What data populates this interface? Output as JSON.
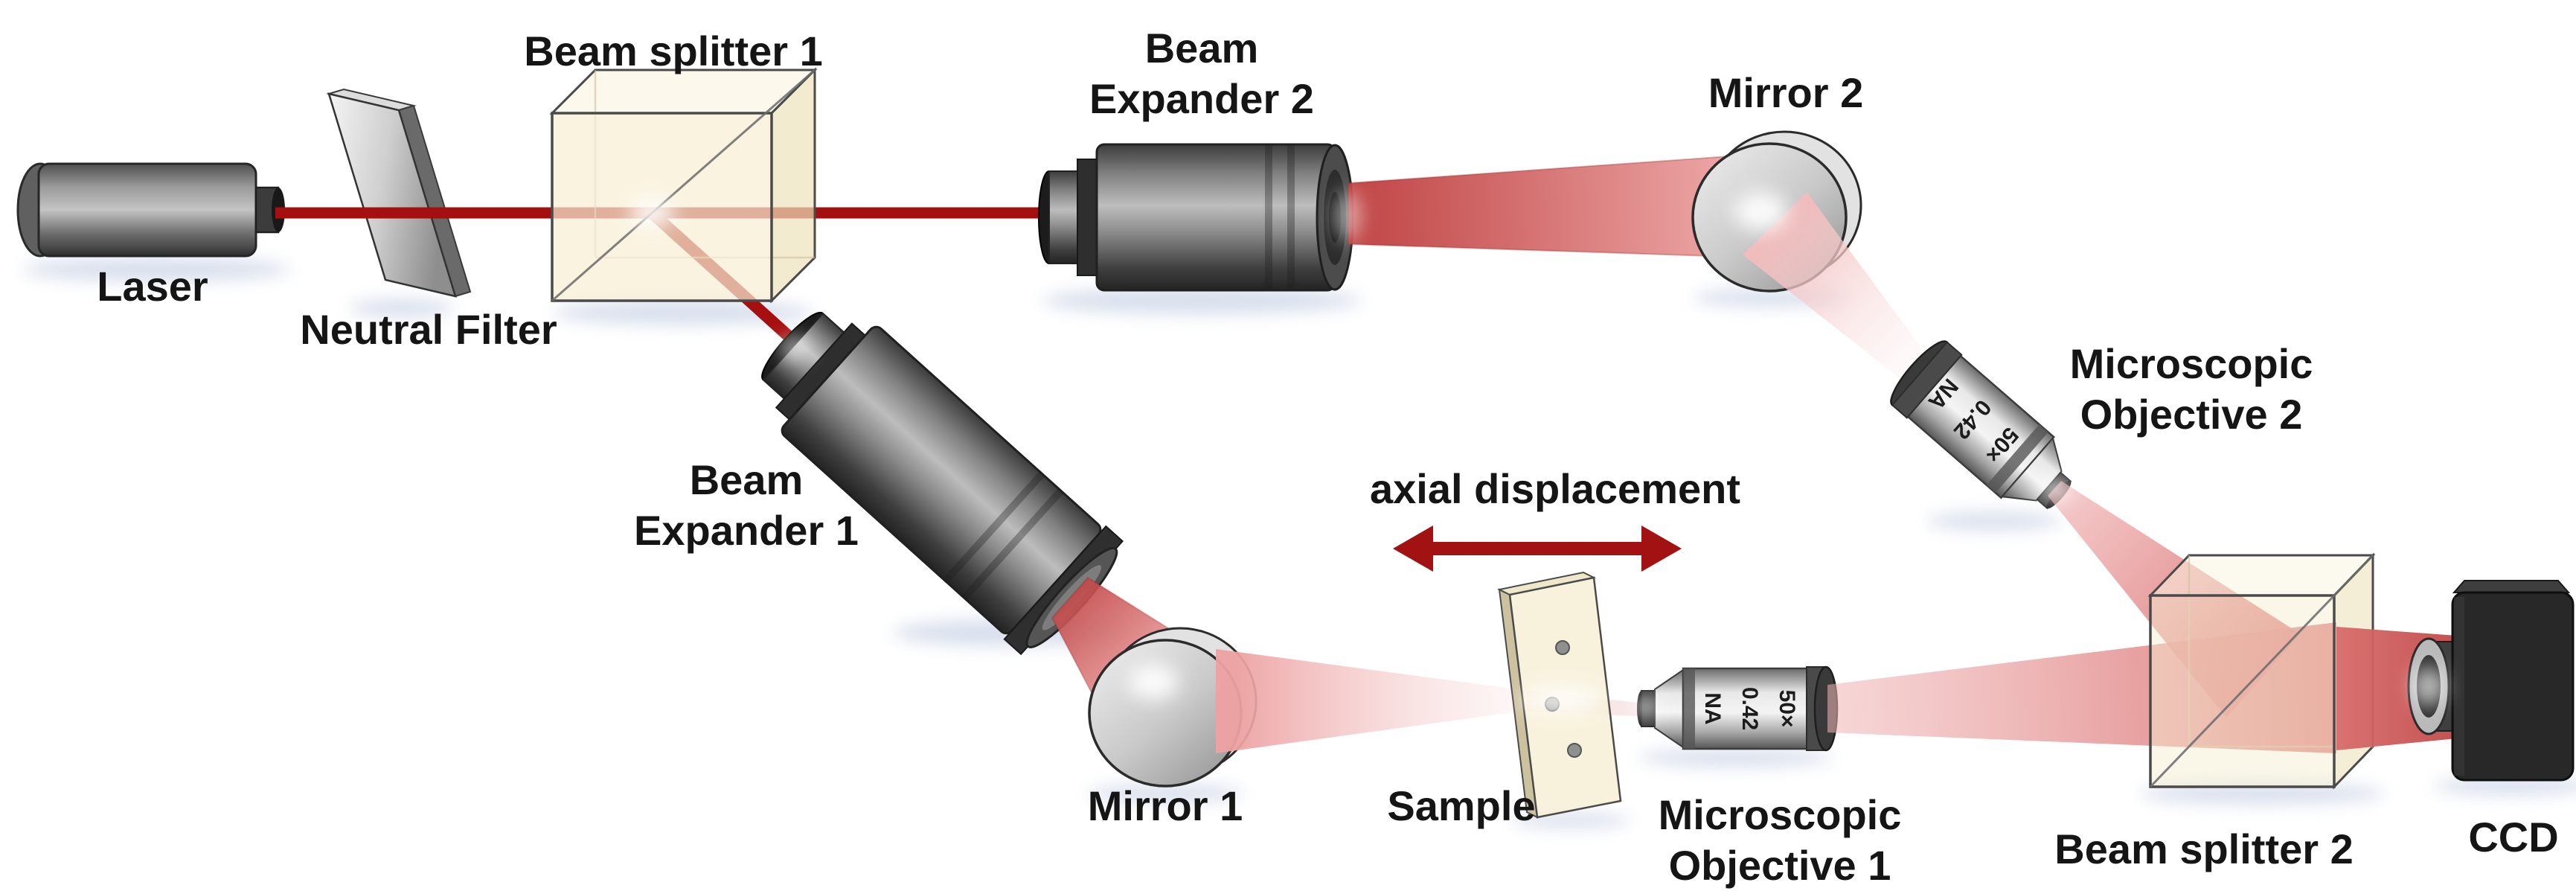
{
  "figure": {
    "labels": {
      "laser": "Laser",
      "neutral_filter": "Neutral Filter",
      "beam_splitter_1": "Beam splitter 1",
      "beam_expander_2": [
        "Beam",
        "Expander 2"
      ],
      "mirror_2": "Mirror 2",
      "microscopic_objective_2": [
        "Microscopic",
        "Objective 2"
      ],
      "beam_expander_1": [
        "Beam",
        "Expander 1"
      ],
      "mirror_1": "Mirror 1",
      "axial_displacement": "axial displacement",
      "sample": "Sample",
      "microscopic_objective_1": [
        "Microscopic",
        "Objective 1"
      ],
      "beam_splitter_2": "Beam splitter 2",
      "ccd": "CCD"
    },
    "objective_marking": [
      "NA",
      "0.42",
      "50×"
    ],
    "colors": {
      "beam_core": "#a60f0f",
      "beam_fill_light": "#efa9a9",
      "displacement_arrow": "#a31212",
      "beam_splitter_cube": "#f6eed2",
      "label_text": "#151515"
    }
  }
}
